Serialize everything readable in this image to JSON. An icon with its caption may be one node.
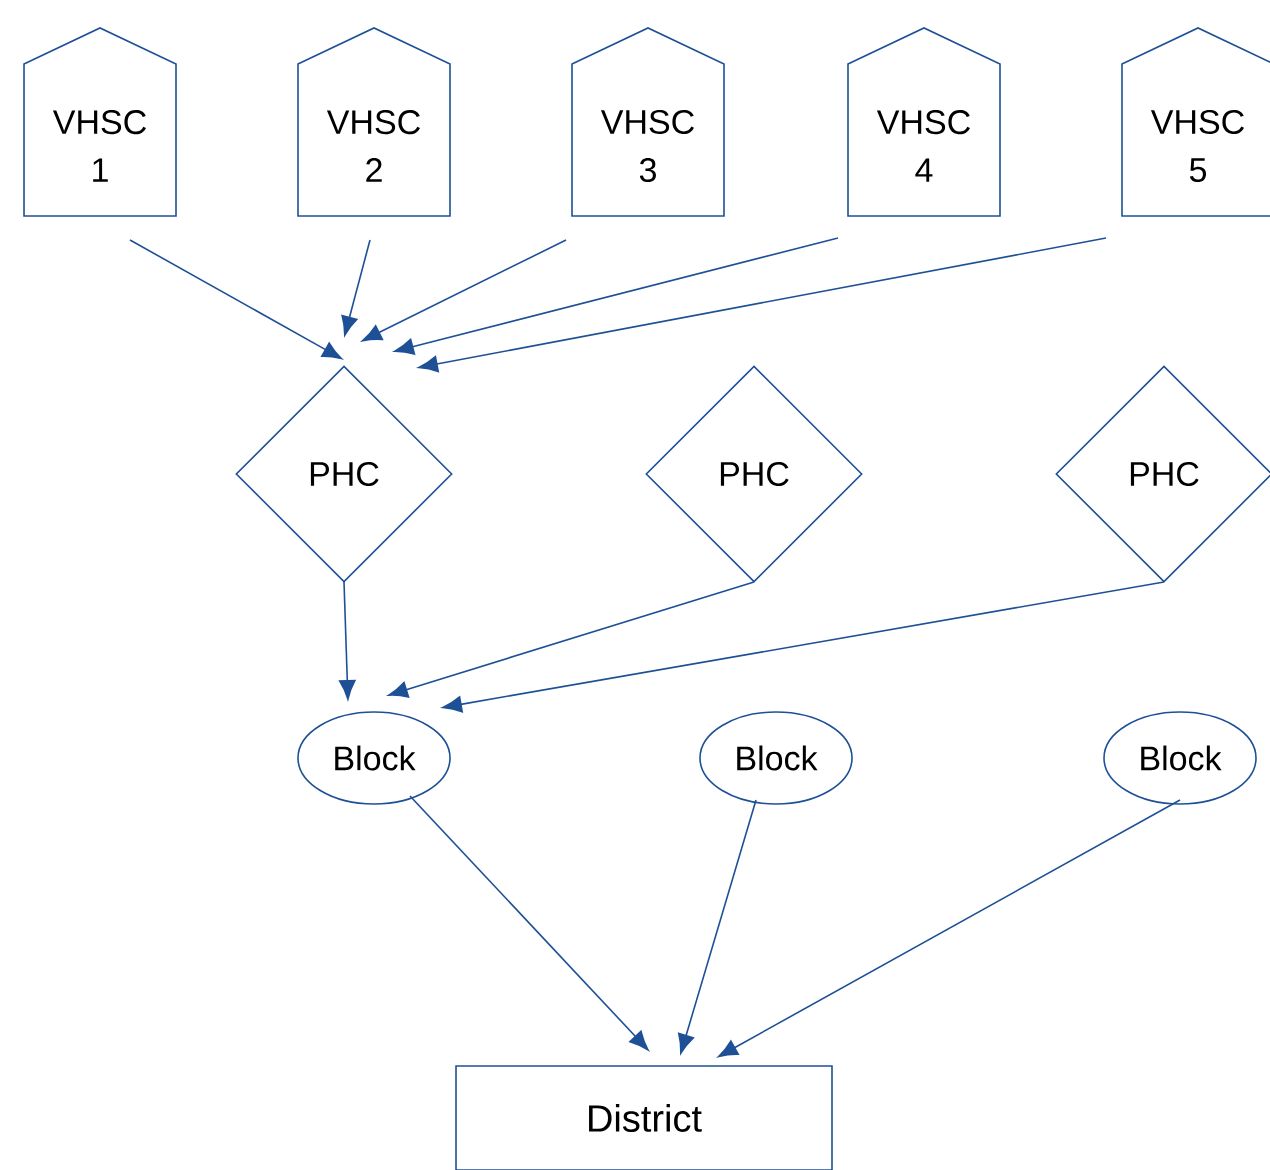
{
  "diagram": {
    "nodes": [
      {
        "text": [
          "VHSC 1"
        ]
      },
      {
        "text": [
          "VHSC 2"
        ]
      },
      {
        "text": [
          "VHSC 3"
        ]
      },
      {
        "text": [
          "VHSC 4"
        ]
      },
      {
        "text": [
          "VHSC 5"
        ]
      },
      {
        "text": [
          "PHC"
        ]
      },
      {
        "text": [
          "PHC"
        ]
      },
      {
        "text": [
          "PHC"
        ]
      },
      {
        "text": [
          "Block"
        ]
      },
      {
        "text": [
          "Block"
        ]
      },
      {
        "text": [
          "Block"
        ]
      },
      {
        "text": [
          "District"
        ]
      }
    ],
    "edges": [
      {
        "from": 0,
        "to": 5,
        "arrow": "to"
      },
      {
        "from": 1,
        "to": 5,
        "arrow": "to"
      },
      {
        "from": 2,
        "to": 5,
        "arrow": "to"
      },
      {
        "from": 3,
        "to": 5,
        "arrow": "to"
      },
      {
        "from": 4,
        "to": 5,
        "arrow": "to"
      },
      {
        "from": 5,
        "to": 8,
        "arrow": "to"
      },
      {
        "from": 6,
        "to": 8,
        "arrow": "to"
      },
      {
        "from": 7,
        "to": 8,
        "arrow": "to"
      },
      {
        "from": 8,
        "to": 11,
        "arrow": "to"
      },
      {
        "from": 9,
        "to": 11,
        "arrow": "to"
      },
      {
        "from": 10,
        "to": 11,
        "arrow": "to"
      }
    ]
  }
}
